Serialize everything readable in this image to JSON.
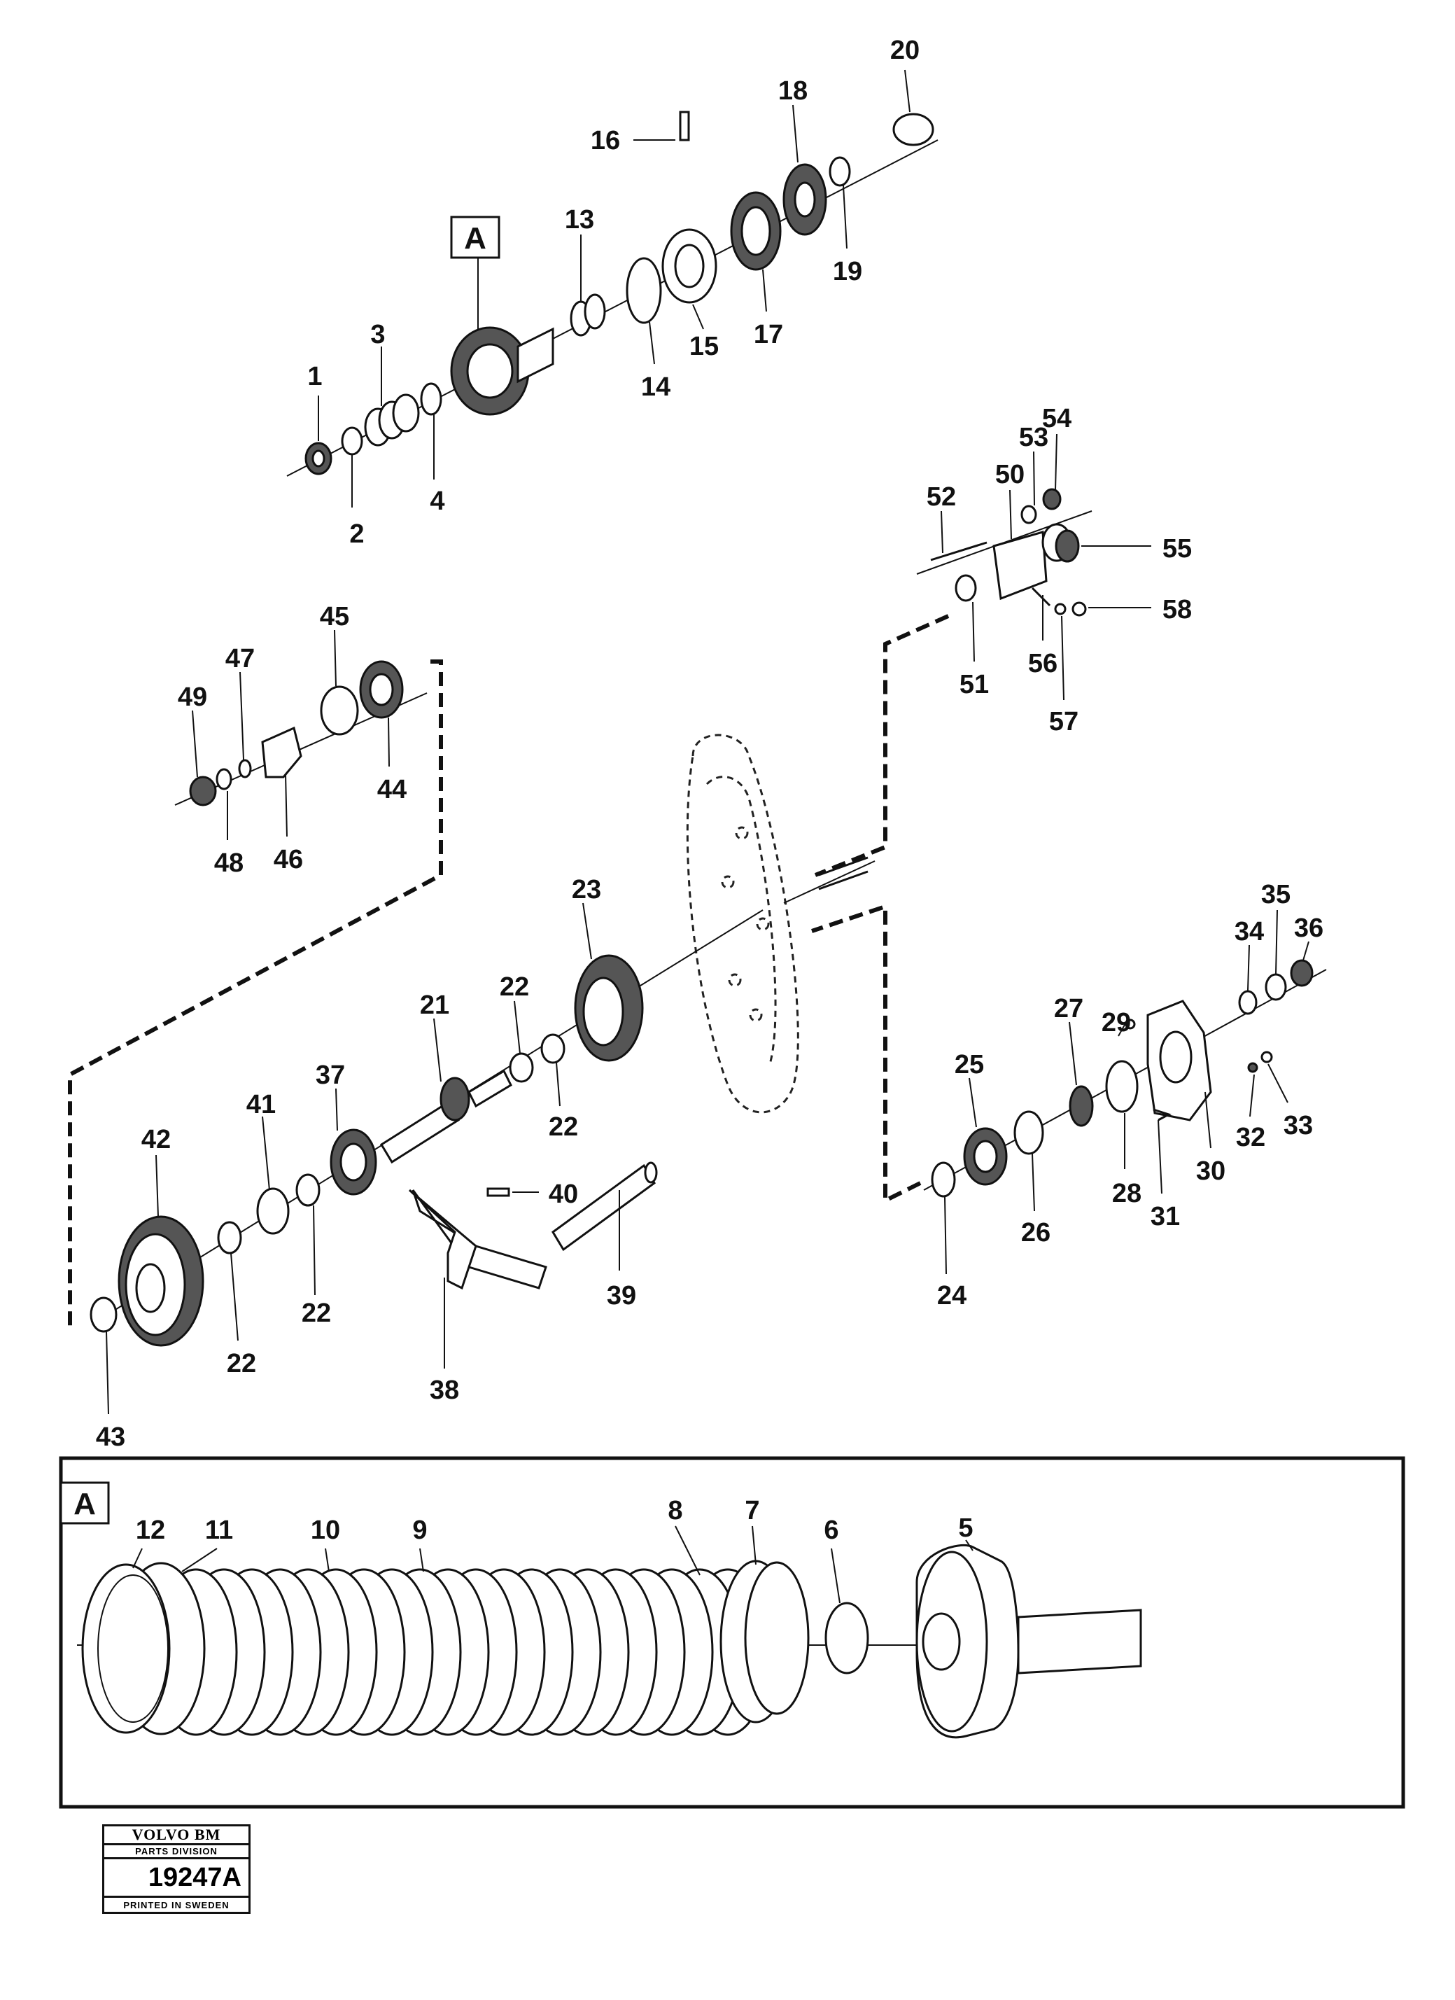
{
  "callouts": [
    {
      "id": "1"
    },
    {
      "id": "2"
    },
    {
      "id": "3"
    },
    {
      "id": "4"
    },
    {
      "id": "5"
    },
    {
      "id": "6"
    },
    {
      "id": "7"
    },
    {
      "id": "8"
    },
    {
      "id": "9"
    },
    {
      "id": "10"
    },
    {
      "id": "11"
    },
    {
      "id": "12"
    },
    {
      "id": "13"
    },
    {
      "id": "14"
    },
    {
      "id": "15"
    },
    {
      "id": "16"
    },
    {
      "id": "17"
    },
    {
      "id": "18"
    },
    {
      "id": "19"
    },
    {
      "id": "20"
    },
    {
      "id": "21"
    },
    {
      "id": "22"
    },
    {
      "id": "22"
    },
    {
      "id": "22"
    },
    {
      "id": "22"
    },
    {
      "id": "23"
    },
    {
      "id": "24"
    },
    {
      "id": "25"
    },
    {
      "id": "26"
    },
    {
      "id": "27"
    },
    {
      "id": "28"
    },
    {
      "id": "29"
    },
    {
      "id": "30"
    },
    {
      "id": "31"
    },
    {
      "id": "32"
    },
    {
      "id": "33"
    },
    {
      "id": "34"
    },
    {
      "id": "35"
    },
    {
      "id": "36"
    },
    {
      "id": "37"
    },
    {
      "id": "38"
    },
    {
      "id": "39"
    },
    {
      "id": "40"
    },
    {
      "id": "41"
    },
    {
      "id": "42"
    },
    {
      "id": "43"
    },
    {
      "id": "44"
    },
    {
      "id": "45"
    },
    {
      "id": "46"
    },
    {
      "id": "47"
    },
    {
      "id": "48"
    },
    {
      "id": "49"
    },
    {
      "id": "50"
    },
    {
      "id": "51"
    },
    {
      "id": "52"
    },
    {
      "id": "53"
    },
    {
      "id": "54"
    },
    {
      "id": "55"
    },
    {
      "id": "56"
    },
    {
      "id": "57"
    },
    {
      "id": "58"
    }
  ],
  "detail_marker": "A",
  "detail_box_label": "A",
  "logo": {
    "brand": "VOLVO BM",
    "division": "PARTS DIVISION",
    "drawing_number": "19247A",
    "printed": "PRINTED IN SWEDEN"
  }
}
